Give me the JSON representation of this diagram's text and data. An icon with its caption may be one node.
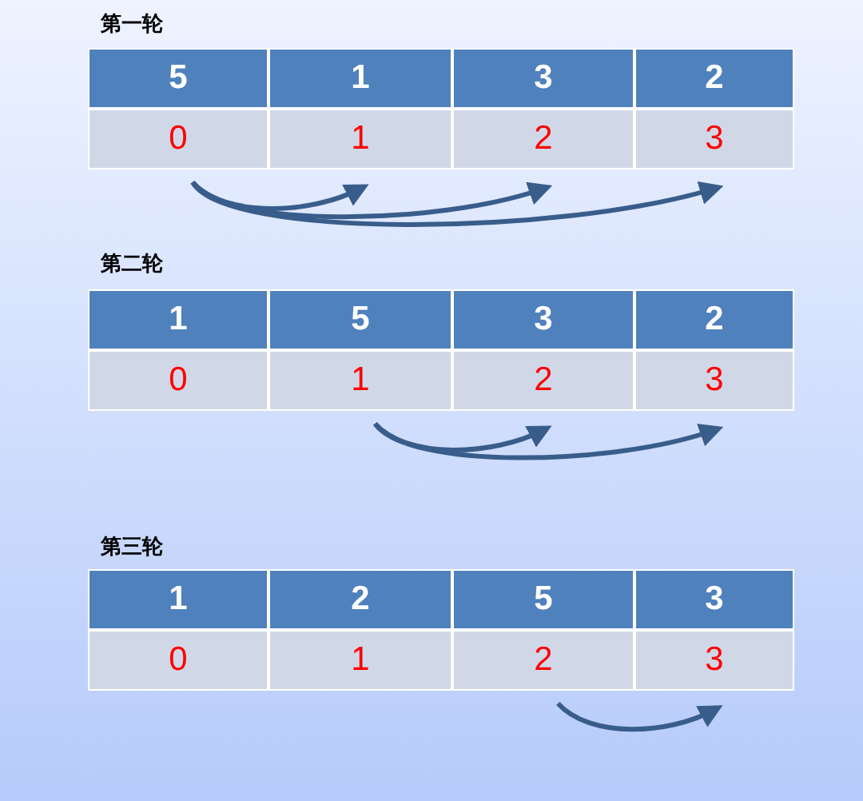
{
  "diagram": {
    "nodes": [
      {
        "text": [
          "5"
        ]
      },
      {
        "text": [
          "1"
        ]
      },
      {
        "text": [
          "3"
        ]
      },
      {
        "text": [
          "2"
        ]
      },
      {
        "text": [
          "0"
        ]
      },
      {
        "text": [
          "1"
        ]
      },
      {
        "text": [
          "2"
        ]
      },
      {
        "text": [
          "3"
        ]
      },
      {
        "text": [
          "1"
        ]
      },
      {
        "text": [
          "5"
        ]
      },
      {
        "text": [
          "3"
        ]
      },
      {
        "text": [
          "2"
        ]
      },
      {
        "text": [
          "0"
        ]
      },
      {
        "text": [
          "1"
        ]
      },
      {
        "text": [
          "2"
        ]
      },
      {
        "text": [
          "3"
        ]
      },
      {
        "text": [
          "1"
        ]
      },
      {
        "text": [
          "2"
        ]
      },
      {
        "text": [
          "5"
        ]
      },
      {
        "text": [
          "3"
        ]
      },
      {
        "text": [
          "0"
        ]
      },
      {
        "text": [
          "1"
        ]
      },
      {
        "text": [
          "2"
        ]
      },
      {
        "text": [
          "3"
        ]
      }
    ],
    "edges": [
      {
        "from": 4,
        "to": 5,
        "arrow": "to"
      },
      {
        "from": 4,
        "to": 6,
        "arrow": "to"
      },
      {
        "from": 4,
        "to": 7,
        "arrow": "to"
      },
      {
        "from": 13,
        "to": 14,
        "arrow": "to"
      },
      {
        "from": 13,
        "to": 15,
        "arrow": "to"
      },
      {
        "from": 22,
        "to": 23,
        "arrow": "to"
      }
    ],
    "labels": [
      "第一轮",
      "第二轮",
      "第三轮"
    ]
  }
}
